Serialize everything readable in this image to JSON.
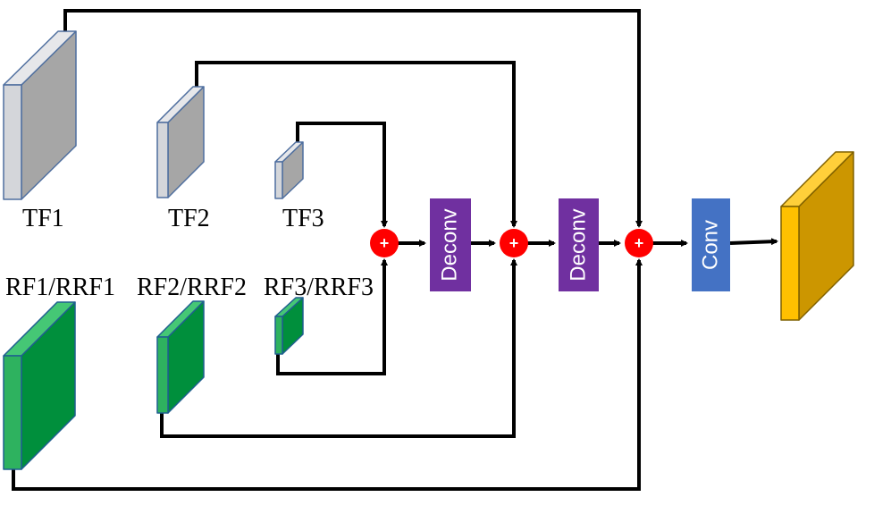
{
  "labels": {
    "tf1": "TF1",
    "tf2": "TF2",
    "tf3": "TF3",
    "rf1": "RF1/RRF1",
    "rf2": "RF2/RRF2",
    "rf3": "RF3/RRF3"
  },
  "ops": {
    "deconv1": "Deconv",
    "deconv2": "Deconv",
    "conv": "Conv",
    "plus": "+"
  },
  "colors": {
    "tf_front": "#d4d6da",
    "tf_side": "#a6a6a6",
    "tf_top": "#e6e7ea",
    "tf_edge": "#4f6f9f",
    "rf_front": "#2eb25f",
    "rf_side": "#008f3c",
    "rf_top": "#45c775",
    "rf_edge": "#1f5f8f",
    "out_front": "#ffc000",
    "out_side": "#cc9600",
    "out_top": "#ffcf3a",
    "out_edge": "#7f6000",
    "deconv": "#7030a0",
    "conv": "#4472c4",
    "adder": "#ff0000"
  },
  "icons": {
    "adder": "circle-plus-icon",
    "arrow": "arrow-head-icon"
  }
}
